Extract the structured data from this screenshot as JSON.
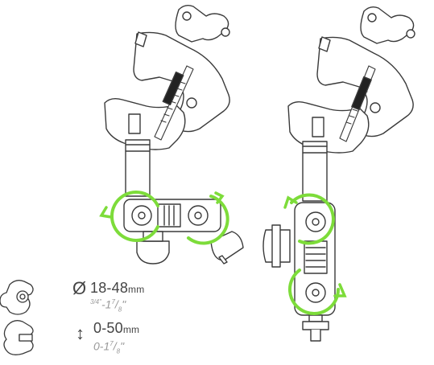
{
  "specs": [
    {
      "icon": "clamp-jaw-open-icon",
      "symbol": "Ø",
      "value": "18-48",
      "unit": "mm",
      "imperial_a": "3/4\"",
      "imperial_sep": "-",
      "imperial_b_whole": "1",
      "imperial_b_num": "7",
      "imperial_b_den": "8",
      "imperial_b_tail": "\""
    },
    {
      "icon": "clamp-jaw-flat-icon",
      "symbol": "↕",
      "value": "0-50",
      "unit": "mm",
      "imperial_a": "0",
      "imperial_sep": "-",
      "imperial_b_whole": "1",
      "imperial_b_num": "7",
      "imperial_b_den": "8",
      "imperial_b_tail": "\""
    }
  ],
  "colors": {
    "line": "#3a3a3a",
    "accent": "#7ddc3a",
    "muted": "#9a9a9a"
  }
}
